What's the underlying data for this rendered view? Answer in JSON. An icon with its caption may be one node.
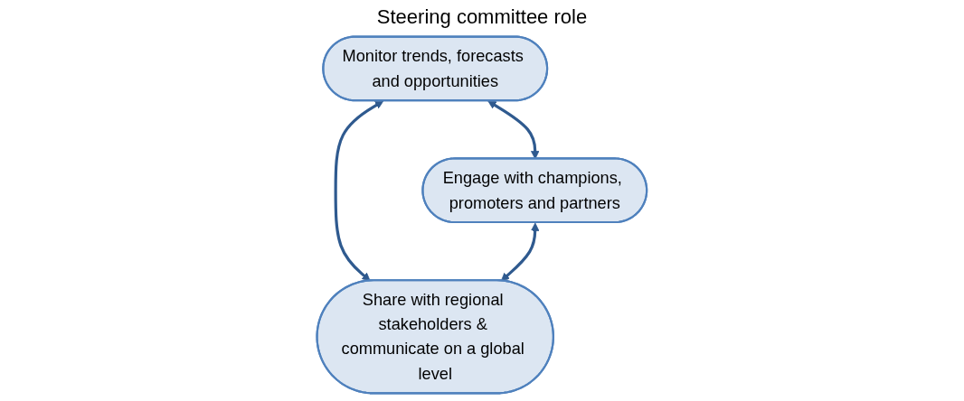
{
  "diagram": {
    "nodes": [
      {
        "text": [
          "Monitor trends, forecasts and opportunities"
        ]
      },
      {
        "text": [
          "Engage with champions, promoters and partners"
        ]
      },
      {
        "text": [
          "Share with regional stakeholders & communicate on a global level"
        ]
      }
    ],
    "edges": [
      {
        "from": 0,
        "to": 1,
        "arrow": "both"
      },
      {
        "from": 0,
        "to": 2,
        "arrow": "both"
      },
      {
        "from": 1,
        "to": 2,
        "arrow": "both"
      }
    ],
    "labels": [
      "Steering committee role"
    ]
  }
}
